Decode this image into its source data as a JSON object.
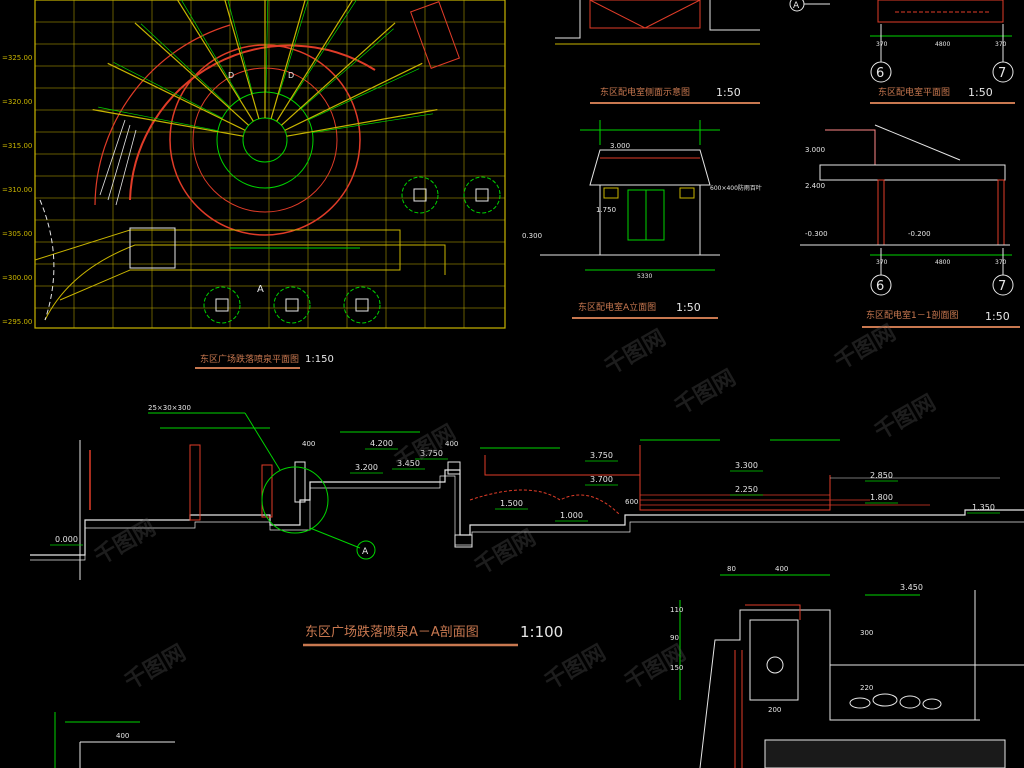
{
  "colors": {
    "background": "#000000",
    "grid": "#c8b400",
    "green": "#00d400",
    "white": "#e6e6e6",
    "red": "#e03c28",
    "pink": "#ff8888",
    "underline_orange": "#c87850",
    "underline_white": "#c8c8c8",
    "watermark": "#555555"
  },
  "plan": {
    "y_labels": [
      "=325.00",
      "=320.00",
      "=315.00",
      "=310.00",
      "=305.00",
      "=300.00",
      "=295.00"
    ],
    "title": "东区广场跌落喷泉平面图",
    "scale": "1:150",
    "north_marker": "A"
  },
  "elev_top": {
    "title": "东区配电室侧面示意图",
    "scale": "1:50",
    "axis_marker": "A"
  },
  "plan_top_right": {
    "title": "东区配电室平面图",
    "scale": "1:50",
    "axes": [
      "6",
      "7"
    ],
    "dims": [
      "370",
      "4800",
      "370"
    ]
  },
  "elev_a": {
    "title": "东区配电室A立面图",
    "scale": "1:50",
    "level_top": "3.000",
    "level_mid": "1.750",
    "level_ground": "0.300",
    "dim_total": "5330",
    "note": "600×400防雨百叶"
  },
  "section_11": {
    "title": "东区配电室1－1剖面图",
    "scale": "1:50",
    "levels": [
      "3.000",
      "2.400",
      "-0.300",
      "-0.200"
    ],
    "axes": [
      "6",
      "7"
    ],
    "dims": [
      "370",
      "4800",
      "370"
    ]
  },
  "section_aa": {
    "title": "东区广场跌落喷泉A－A剖面图",
    "scale": "1:100",
    "levels": [
      "4.200",
      "3.750",
      "3.200",
      "3.450",
      "3.750",
      "3.700",
      "3.300",
      "2.850",
      "2.250",
      "1.800",
      "1.350",
      "1.500",
      "1.000",
      "0.000"
    ],
    "dims": [
      "400",
      "400",
      "600"
    ],
    "note_top": "25×30×300",
    "detail_marker": "A"
  },
  "detail": {
    "dims": [
      "80",
      "400",
      "110",
      "90",
      "300",
      "150",
      "220",
      "200",
      "400"
    ],
    "level": "3.450"
  },
  "watermark": "千图网"
}
